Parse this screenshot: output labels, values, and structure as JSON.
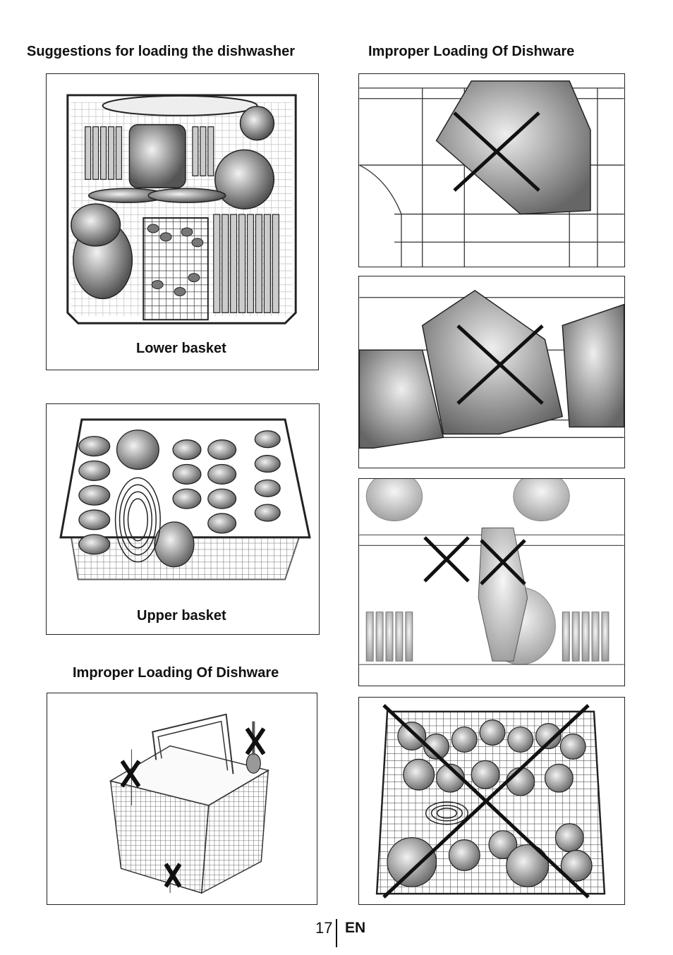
{
  "headings": {
    "suggestions": "Suggestions for loading the dishwasher",
    "improper_right": "Improper Loading Of Dishware",
    "improper_left": "Improper Loading Of Dishware"
  },
  "captions": {
    "lower_basket": "Lower basket",
    "upper_basket": "Upper basket"
  },
  "footer": {
    "page_number": "17",
    "language": "EN"
  },
  "icons": [
    "cross-mark-icon"
  ],
  "colors": {
    "line": "#222222",
    "fill_light": "#d8d8d8",
    "fill_mid": "#a0a0a0",
    "fill_dark": "#555555"
  }
}
